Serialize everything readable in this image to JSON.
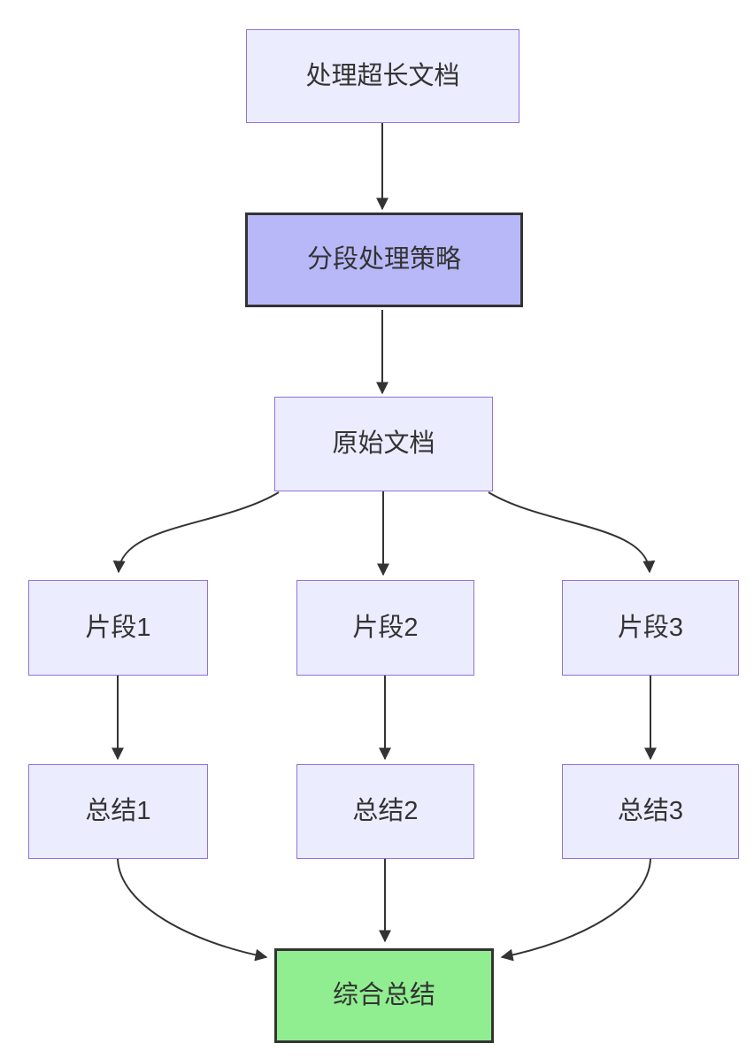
{
  "diagram": {
    "type": "flowchart",
    "direction": "top-down",
    "nodes": [
      {
        "id": "A",
        "label": "处理超长文档",
        "kind": "default"
      },
      {
        "id": "B",
        "label": "分段处理策略",
        "kind": "emphasis"
      },
      {
        "id": "C",
        "label": "原始文档",
        "kind": "default"
      },
      {
        "id": "D",
        "label": "片段1",
        "kind": "default"
      },
      {
        "id": "E",
        "label": "片段2",
        "kind": "default"
      },
      {
        "id": "F",
        "label": "片段3",
        "kind": "default"
      },
      {
        "id": "G",
        "label": "总结1",
        "kind": "default"
      },
      {
        "id": "H",
        "label": "总结2",
        "kind": "default"
      },
      {
        "id": "I",
        "label": "总结3",
        "kind": "default"
      },
      {
        "id": "J",
        "label": "综合总结",
        "kind": "result"
      }
    ],
    "edges": [
      {
        "from": "处理超长文档",
        "to": "分段处理策略"
      },
      {
        "from": "分段处理策略",
        "to": "原始文档"
      },
      {
        "from": "原始文档",
        "to": "片段1"
      },
      {
        "from": "原始文档",
        "to": "片段2"
      },
      {
        "from": "原始文档",
        "to": "片段3"
      },
      {
        "from": "片段1",
        "to": "总结1"
      },
      {
        "from": "片段2",
        "to": "总结2"
      },
      {
        "from": "片段3",
        "to": "总结3"
      },
      {
        "from": "总结1",
        "to": "综合总结"
      },
      {
        "from": "总结2",
        "to": "综合总结"
      },
      {
        "from": "总结3",
        "to": "综合总结"
      }
    ],
    "colors": {
      "node_fill": "#ECECFF",
      "node_border": "#9370DB",
      "emphasis_fill": "#B8B8F8",
      "result_fill": "#90EE90",
      "dark_border": "#333333",
      "arrow": "#333333",
      "text": "#333333",
      "background": "#FFFFFF"
    }
  }
}
